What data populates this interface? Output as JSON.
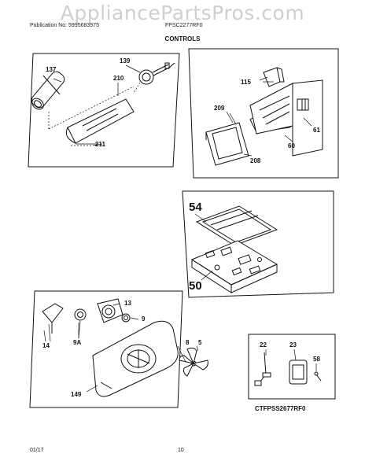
{
  "header": {
    "watermark": "AppliancePartsPros.com",
    "publication": "Publication No: 5995683975",
    "model": "FPSC2277RF0",
    "section_title": "CONTROLS"
  },
  "callouts": {
    "p137": "137",
    "p139": "139",
    "p210": "210",
    "p211": "211",
    "p115": "115",
    "p209": "209",
    "p61": "61",
    "p60": "60",
    "p208": "208",
    "p54": "54",
    "p50": "50",
    "p13": "13",
    "p9": "9",
    "p14": "14",
    "p9a": "9A",
    "p8": "8",
    "p5": "5",
    "p149": "149",
    "p22": "22",
    "p23": "23",
    "p58": "58"
  },
  "footer": {
    "model_code": "CTFPSS2677RF0",
    "date": "01/17",
    "page": "10"
  }
}
